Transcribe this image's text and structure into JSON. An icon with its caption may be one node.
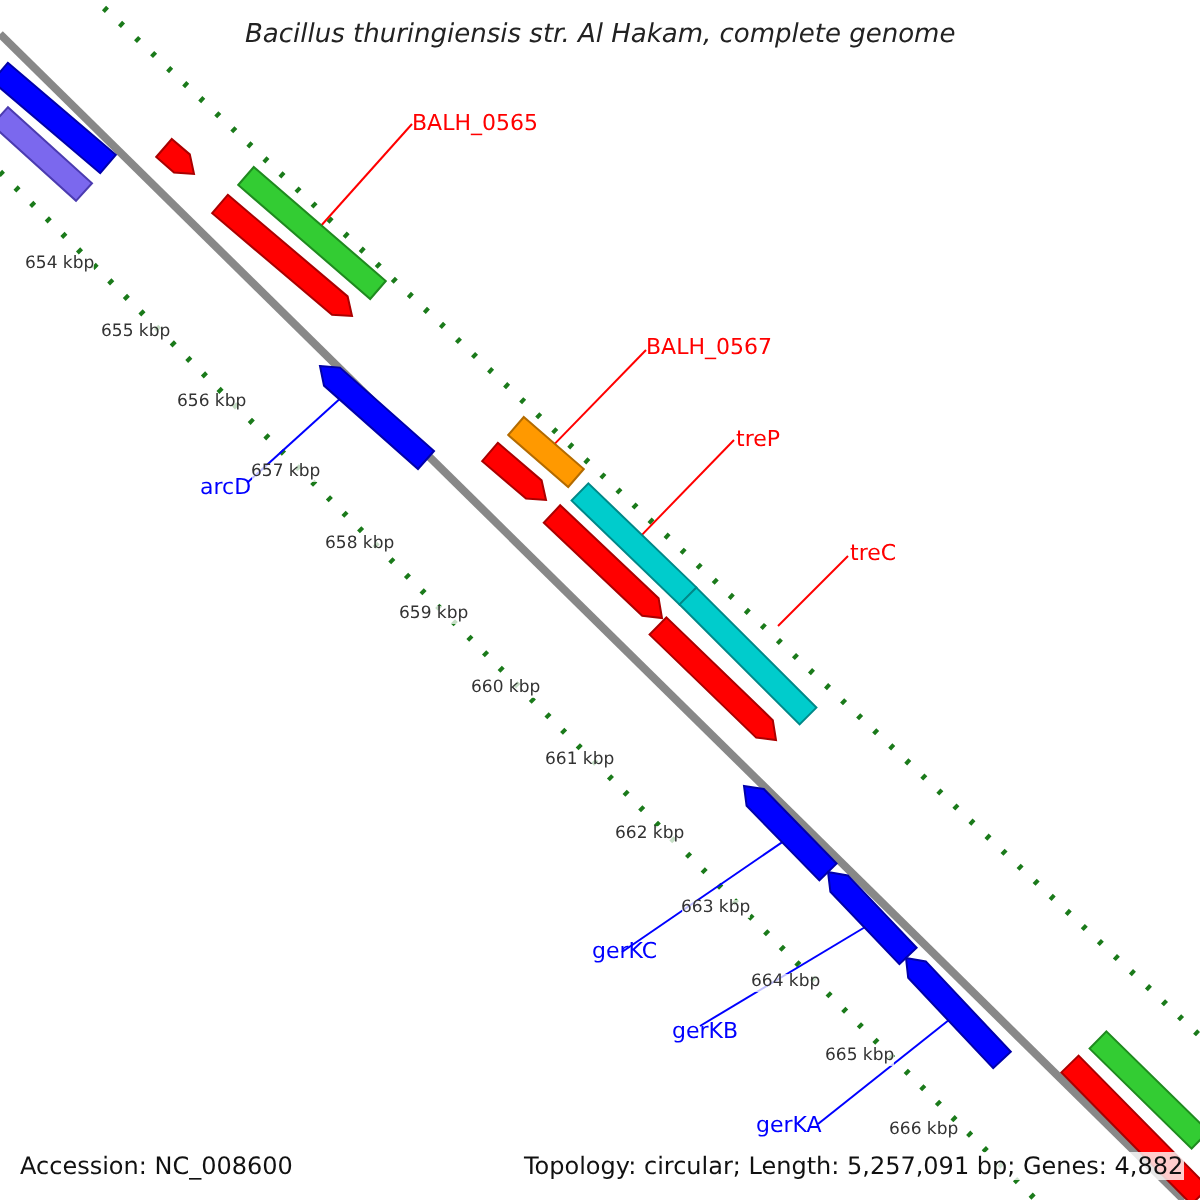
{
  "diagram": {
    "title": "Bacillus thuringiensis str. Al Hakam, complete genome",
    "nodes": [
      {
        "text": [
          "BALH_0565"
        ]
      },
      {
        "text": [],
        "shape": "bar"
      },
      {
        "text": [
          "BALH_0567"
        ]
      },
      {
        "text": [],
        "shape": "bar"
      },
      {
        "text": [
          "treP"
        ]
      },
      {
        "text": [],
        "shape": "bar"
      },
      {
        "text": [
          "treC"
        ]
      },
      {
        "text": [],
        "shape": "bar"
      },
      {
        "text": [
          "arcD"
        ]
      },
      {
        "text": [],
        "shape": "arrow"
      },
      {
        "text": [
          "gerKC"
        ]
      },
      {
        "text": [],
        "shape": "arrow"
      },
      {
        "text": [
          "gerKB"
        ]
      },
      {
        "text": [],
        "shape": "arrow"
      },
      {
        "text": [
          "gerKA"
        ]
      },
      {
        "text": [],
        "shape": "arrow"
      },
      {
        "text": [],
        "shape": "bar"
      },
      {
        "text": [],
        "shape": "bar"
      },
      {
        "text": [],
        "shape": "arrow"
      },
      {
        "text": [],
        "shape": "arrow"
      },
      {
        "text": [],
        "shape": "arrow"
      },
      {
        "text": [],
        "shape": "arrow"
      },
      {
        "text": [],
        "shape": "arrow"
      },
      {
        "text": [],
        "shape": "bar"
      },
      {
        "text": [],
        "shape": "bar"
      }
    ],
    "edges": [
      {
        "from": 0,
        "to": 1,
        "arrow": "none"
      },
      {
        "from": 2,
        "to": 3,
        "arrow": "none"
      },
      {
        "from": 4,
        "to": 5,
        "arrow": "none"
      },
      {
        "from": 6,
        "to": 7,
        "arrow": "none"
      },
      {
        "from": 8,
        "to": 9,
        "arrow": "none",
        "color": "#0000ff"
      },
      {
        "from": 10,
        "to": 11,
        "arrow": "none",
        "color": "#0000ff"
      },
      {
        "from": 12,
        "to": 13,
        "arrow": "none",
        "color": "#0000ff"
      },
      {
        "from": 14,
        "to": 15,
        "arrow": "none",
        "color": "#0000ff"
      }
    ],
    "labels": [
      "654 kbp",
      "655 kbp",
      "656 kbp",
      "657 kbp",
      "658 kbp",
      "659 kbp",
      "660 kbp",
      "661 kbp",
      "662 kbp",
      "663 kbp",
      "664 kbp",
      "665 kbp",
      "666 kbp",
      "Accession: NC_008600",
      "Topology: circular; Length: 5,257,091 bp; Genes: 4,882"
    ]
  }
}
